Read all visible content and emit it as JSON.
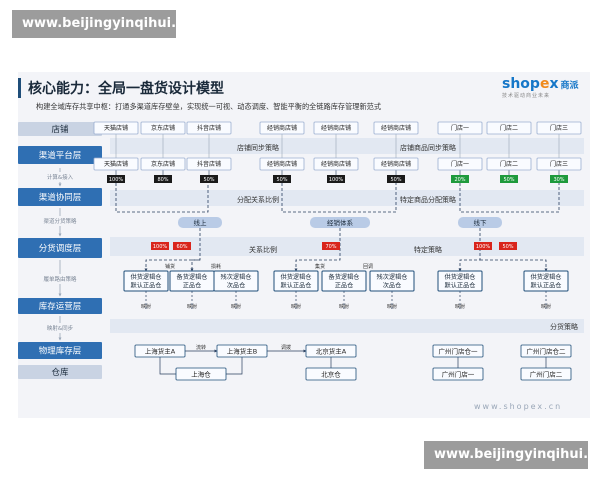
{
  "watermark": "www.beijingyinqihui.com",
  "header": {
    "title": "核心能力：全局一盘货设计模型",
    "subtitle": "构建全域库存共享中枢：打通多渠道库存壁垒，实现统一可视、动态调度、智能平衡的全链路库存管理新范式"
  },
  "logo": {
    "main_a": "shop",
    "main_x": "e",
    "main_b": "x",
    "cn": "商派",
    "sub": "技术驱动商业未来"
  },
  "footer_url": "www.shopex.cn",
  "layers": [
    {
      "id": "store",
      "label": "店铺",
      "style": "light"
    },
    {
      "id": "channel-platform",
      "label": "渠道平台层",
      "style": "dark"
    },
    {
      "id": "channel-collab",
      "label": "渠道协同层",
      "style": "dark"
    },
    {
      "id": "dispatch",
      "label": "分货调度层",
      "style": "dark"
    },
    {
      "id": "inventory-ops",
      "label": "库存运营层",
      "style": "dark"
    },
    {
      "id": "physical",
      "label": "物理库存层",
      "style": "dark"
    },
    {
      "id": "warehouse",
      "label": "仓库",
      "style": "light"
    }
  ],
  "connectors": [
    "计算&接入",
    "渠道分货策略",
    "履单路由策略",
    "映射&同步"
  ],
  "stores": [
    "天猫店铺",
    "京东店铺",
    "抖音店铺",
    "经销商店铺",
    "经销商店铺",
    "经销商店铺",
    "门店一",
    "门店二",
    "门店三"
  ],
  "platform_shops": [
    "天猫店铺",
    "京东店铺",
    "抖音店铺",
    "经销商店铺",
    "经销商店铺",
    "经销商店铺",
    "门店一",
    "门店二",
    "门店三"
  ],
  "strategies": {
    "shop_sync": "店铺同步策略",
    "product_sync": "店铺商品同步策略",
    "dist_ratio": "分配关系比例",
    "product_alloc": "特定商品分配策略",
    "rel_ratio": "关系比例",
    "specific": "特定策略",
    "dispatch": "分货策略"
  },
  "pills": {
    "online": "线上",
    "dealer": "经销体系",
    "offline": "线下"
  },
  "ratios": {
    "row1": [
      "100%",
      "80%",
      "50%",
      "50%",
      "100%",
      "50%",
      "20%",
      "50%",
      "30%"
    ],
    "row2": [
      "100%",
      "60%",
      "70%",
      "100%",
      "50%"
    ]
  },
  "logical_warehouses": [
    {
      "line1": "供货逻辑仓",
      "line2": "默认正品仓"
    },
    {
      "line1": "备货逻辑仓",
      "line2": "正品仓"
    },
    {
      "line1": "残次逻辑仓",
      "line2": "次品仓"
    },
    {
      "line1": "供货逻辑仓",
      "line2": "默认正品仓"
    },
    {
      "line1": "备货逻辑仓",
      "line2": "正品仓"
    },
    {
      "line1": "残次逻辑仓",
      "line2": "次品仓"
    },
    {
      "line1": "供货逻辑仓",
      "line2": "默认正品仓"
    },
    {
      "line1": "供货逻辑仓",
      "line2": "默认正品仓"
    }
  ],
  "small_labels": {
    "supply": "铺货",
    "fill": "补货",
    "loss": "损耗",
    "flow": "流转",
    "map": "映射",
    "adjust": "调拨",
    "collect": "集货",
    "backfill": "回调"
  },
  "cargo_owners": [
    "上海货主A",
    "上海货主B",
    "北京货主A",
    "广州门店仓一",
    "广州门店仓二"
  ],
  "warehouses": [
    "上海仓",
    "北京仓",
    "广州门店一",
    "广州门店二"
  ],
  "colors": {
    "dark_blue": "#1f4e79",
    "layer_blue": "#2f6fb3",
    "red": "#d9251c",
    "green": "#1e9a3c",
    "pill_blue": "#b9cbe6"
  }
}
